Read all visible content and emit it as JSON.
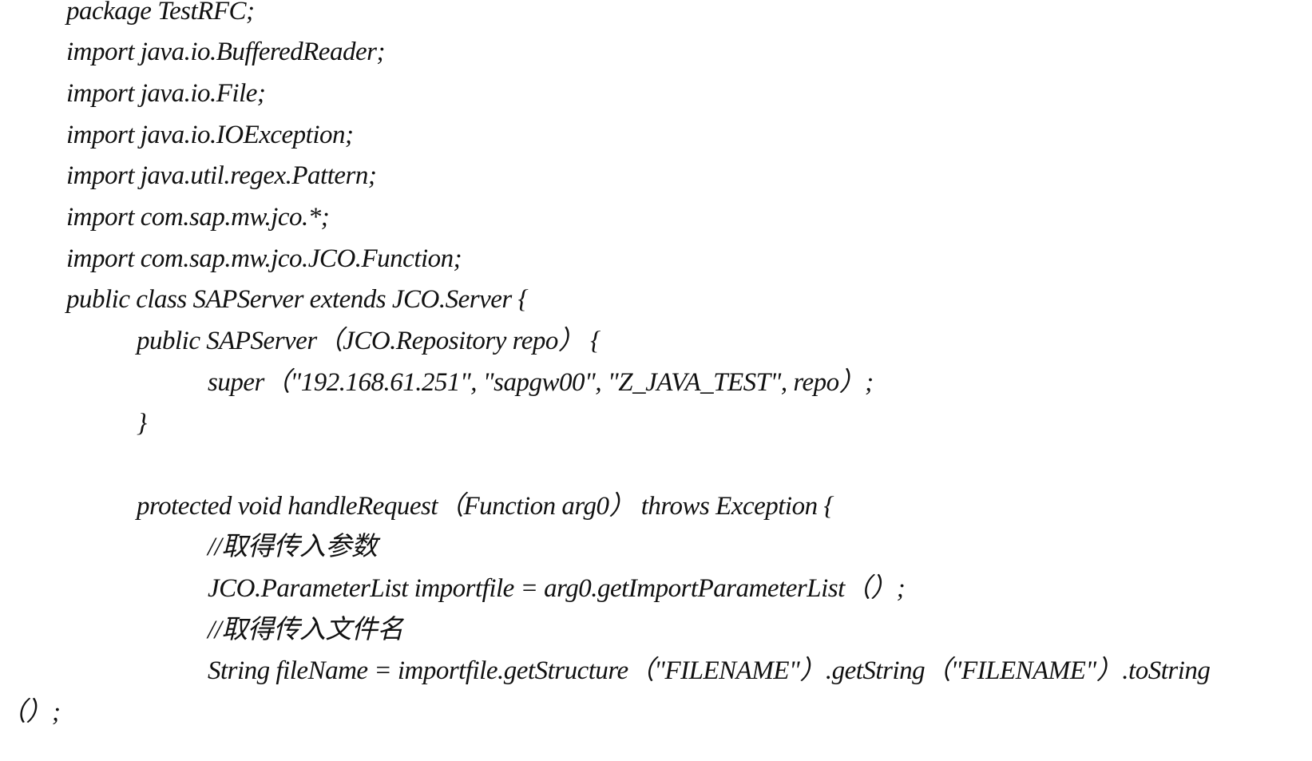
{
  "document": {
    "lines": [
      "package TestRFC;",
      "import java.io.BufferedReader;",
      "import java.io.File;",
      "import java.io.IOException;",
      "import java.util.regex.Pattern;",
      "import com.sap.mw.jco.*;",
      "import com.sap.mw.jco.JCO.Function;",
      "public class SAPServer extends JCO.Server {",
      "public SAPServer（JCO.Repository repo） {",
      "super（\"192.168.61.251\", \"sapgw00\", \"Z_JAVA_TEST\", repo）;",
      "}",
      "",
      "protected void handleRequest（Function arg0） throws Exception {",
      "//取得传入参数",
      "JCO.ParameterList importfile = arg0.getImportParameterList（）;",
      "//取得传入文件名",
      "String fileName = importfile.getStructure（\"FILENAME\"）.getString（\"FILENAME\"）.toString",
      "（）;"
    ]
  }
}
